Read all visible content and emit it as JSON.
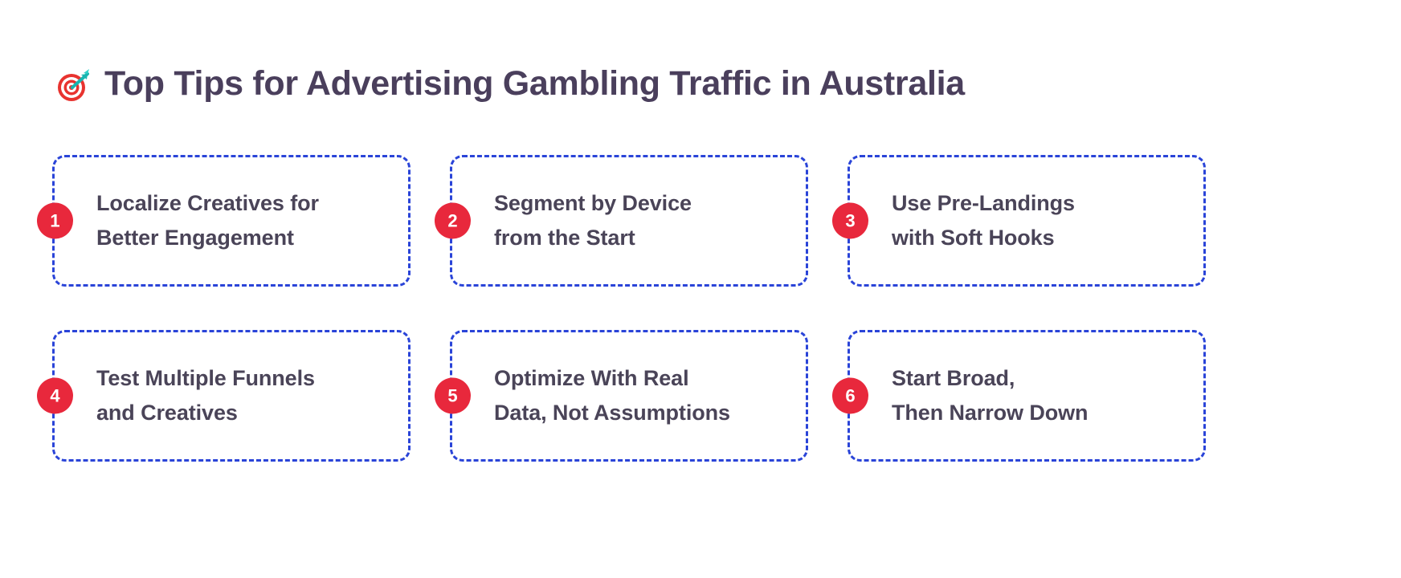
{
  "header": {
    "emoji_icon": "dart-target-icon",
    "emoji_char": "🎯",
    "title": "Top Tips for Advertising Gambling Traffic in Australia"
  },
  "theme": {
    "background": "#ffffff",
    "title_color": "#4a3f5c",
    "card_border_color": "#2a44d8",
    "badge_color": "#e8283c",
    "badge_text_color": "#ffffff",
    "card_text_color": "#4a4458"
  },
  "cards": [
    {
      "number": "1",
      "line1": "Localize Creatives for",
      "line2": "Better Engagement",
      "full_text": "Localize Creatives for Better Engagement"
    },
    {
      "number": "2",
      "line1": "Segment by Device",
      "line2": "from the Start",
      "full_text": "Segment by Device from the Start"
    },
    {
      "number": "3",
      "line1": "Use Pre-Landings",
      "line2": "with Soft Hooks",
      "full_text": "Use Pre-Landings with Soft Hooks"
    },
    {
      "number": "4",
      "line1": "Test Multiple Funnels",
      "line2": "and Creatives",
      "full_text": "Test Multiple Funnels and Creatives"
    },
    {
      "number": "5",
      "line1": "Optimize With Real",
      "line2": "Data, Not Assumptions",
      "full_text": "Optimize With Real Data, Not Assumptions"
    },
    {
      "number": "6",
      "line1": "Start Broad,",
      "line2": "Then Narrow Down",
      "full_text": "Start Broad, Then Narrow Down"
    }
  ]
}
